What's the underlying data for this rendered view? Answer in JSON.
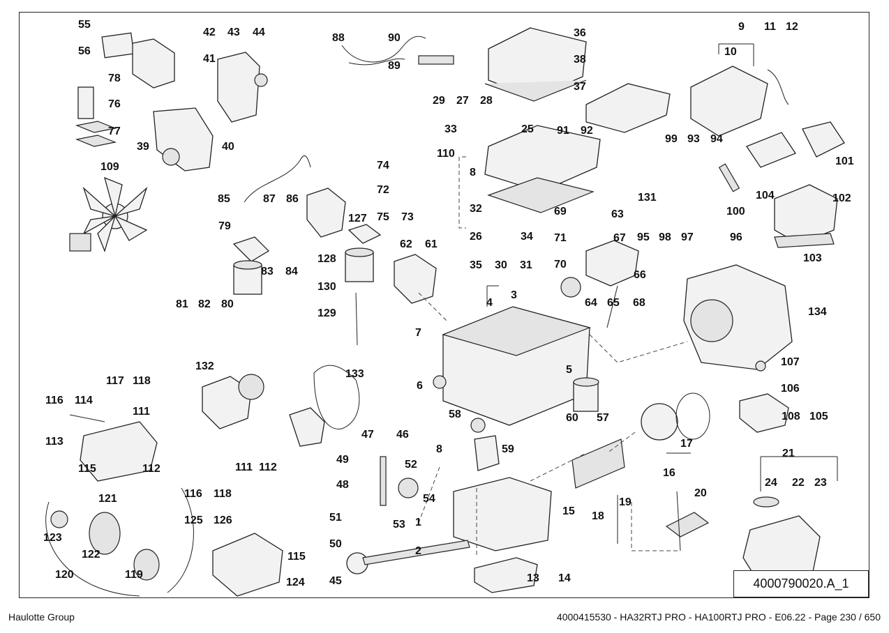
{
  "document": {
    "figure_reference": "4000790020.A_1",
    "footer_left": "Haulotte Group",
    "footer_right": "4000415530 - HA32RTJ PRO - HA100RTJ PRO - E06.22 - Page 230 / 650"
  },
  "callouts": {
    "c55": "55",
    "c56": "56",
    "c78": "78",
    "c76": "76",
    "c77": "77",
    "c42": "42",
    "c43": "43",
    "c44": "44",
    "c41": "41",
    "c39": "39",
    "c40": "40",
    "c109": "109",
    "c88": "88",
    "c90": "90",
    "c89": "89",
    "c36": "36",
    "c38": "38",
    "c37": "37",
    "c9": "9",
    "c10": "10",
    "c11": "11",
    "c12": "12",
    "c29": "29",
    "c27": "27",
    "c28": "28",
    "c33": "33",
    "c25": "25",
    "c110": "110",
    "c91": "91",
    "c92": "92",
    "c74": "74",
    "c8a": "8",
    "c72": "72",
    "c32": "32",
    "c75": "75",
    "c73": "73",
    "c26": "26",
    "c34": "34",
    "c35": "35",
    "c30": "30",
    "c31": "31",
    "c85": "85",
    "c87": "87",
    "c86": "86",
    "c99": "99",
    "c93": "93",
    "c94": "94",
    "c101": "101",
    "c131": "131",
    "c100": "100",
    "c104": "104",
    "c102": "102",
    "c95": "95",
    "c98": "98",
    "c97": "97",
    "c96": "96",
    "c103": "103",
    "c69": "69",
    "c63": "63",
    "c71": "71",
    "c67": "67",
    "c70": "70",
    "c66": "66",
    "c64": "64",
    "c65": "65",
    "c68": "68",
    "c127": "127",
    "c79": "79",
    "c83": "83",
    "c84": "84",
    "c81": "81",
    "c82": "82",
    "c80": "80",
    "c128": "128",
    "c130": "130",
    "c129": "129",
    "c62": "62",
    "c61": "61",
    "c4": "4",
    "c3": "3",
    "c7": "7",
    "c134": "134",
    "c5": "5",
    "c6": "6",
    "c60": "60",
    "c57": "57",
    "c132": "132",
    "c133": "133",
    "c117": "117",
    "c118": "118",
    "c116": "116",
    "c114": "114",
    "c111": "111",
    "c113": "113",
    "c115": "115",
    "c112": "112",
    "c121": "121",
    "c123": "123",
    "c122": "122",
    "c120": "120",
    "c119": "119",
    "c58": "58",
    "c59": "59",
    "c47": "47",
    "c46": "46",
    "c8b": "8",
    "c49": "49",
    "c48": "48",
    "c52": "52",
    "c54": "54",
    "c53": "53",
    "c107": "107",
    "c106": "106",
    "c105": "105",
    "c108": "108",
    "c17": "17",
    "c16": "16",
    "c15": "15",
    "c21": "21",
    "c24": "24",
    "c22": "22",
    "c23": "23",
    "c19": "19",
    "c20": "20",
    "c18": "18",
    "c111b": "111",
    "c112b": "112",
    "c116b": "116",
    "c118b": "118",
    "c125": "125",
    "c126": "126",
    "c115b": "115",
    "c124": "124",
    "c51": "51",
    "c1": "1",
    "c50": "50",
    "c2": "2",
    "c45": "45",
    "c13": "13",
    "c14": "14"
  }
}
